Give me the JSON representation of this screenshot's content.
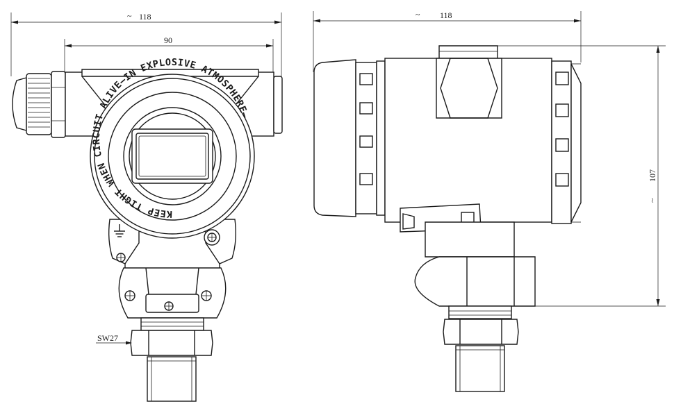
{
  "dimensions": {
    "front_overall_width": {
      "symbol": "~",
      "value": "118"
    },
    "front_body_width": {
      "value": "90"
    },
    "side_overall_width": {
      "symbol": "~",
      "value": "118"
    },
    "side_height": {
      "symbol": "~",
      "value": "107"
    },
    "wrench_size": {
      "value": "SW27"
    }
  },
  "cover_ring_text": "KEEP TIGHT WHEN CIRCUIT ALIVE—IN EXPLOSIVE ATMOSPHERE—",
  "colors": {
    "line": "#1a1a1a",
    "background": "#ffffff"
  }
}
